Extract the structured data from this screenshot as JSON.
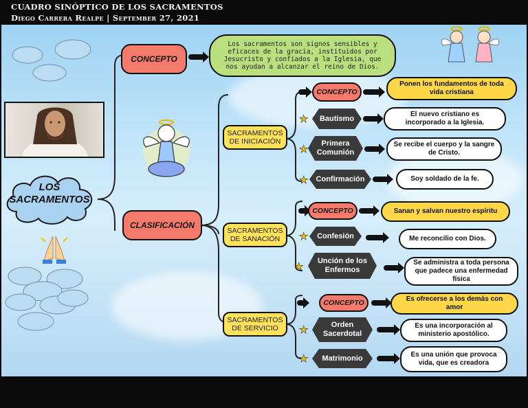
{
  "header": {
    "title": "CUADRO SINÓPTICO DE LOS SACRAMENTOS",
    "subtitle": "Diego Carrera Realpe | September 27, 2021"
  },
  "root": {
    "label_line1": "LOS",
    "label_line2": "SACRAMENTOS"
  },
  "concepto": {
    "label": "CONCEPTO",
    "text": "Los sacramentos son signos sensibles y eficaces de la gracia, instituidos por Jesucristo y confiados a la Iglesia, que nos ayudan a alcanzar el reino de Dios."
  },
  "clasificacion": {
    "label": "CLASIFICACIÓN"
  },
  "groups": [
    {
      "label": "SACRAMENTOS DE INICIACIÓN",
      "concept_label": "CONCEPTO",
      "concept_text": "Ponen los fundamentos de toda vida cristiana",
      "items": [
        {
          "name": "Bautismo",
          "text": "El nuevo cristiano es incorporado a la Iglesia."
        },
        {
          "name": "Primera Comunión",
          "text": "Se recibe el cuerpo y la sangre de Cristo."
        },
        {
          "name": "Confirmación",
          "text": "Soy soldado de la fe."
        }
      ]
    },
    {
      "label": "SACRAMENTOS DE SANACIÓN",
      "concept_label": "CONCEPTO",
      "concept_text": "Sanan y salvan nuestro espíritu",
      "items": [
        {
          "name": "Confesión",
          "text": "Me reconcilio con Dios."
        },
        {
          "name": "Unción de los Enfermos",
          "text": "Se administra a toda persona que padece una enfermedad física"
        }
      ]
    },
    {
      "label": "SACRAMENTOS DE SERVICIO",
      "concept_label": "CONCEPTO",
      "concept_text": "Es ofrecerse a los demás con amor",
      "items": [
        {
          "name": "Orden Sacerdotal",
          "text": "Es una incorporación al ministerio apostólico."
        },
        {
          "name": "Matrimonio",
          "text": "Es una unión que provoca vida, que es creadora"
        }
      ]
    }
  ],
  "colors": {
    "concept_red": "#f47a6c",
    "group_yellow": "#ffe25a",
    "intro_green": "#b9df7e",
    "item_dark": "#3a3a3a",
    "star": "#f5c400"
  },
  "icons": [
    "jesus-portrait",
    "angel-cloud-icon",
    "praying-hands-icon",
    "angels-pair-icon",
    "star-icon",
    "arrow-icon"
  ]
}
